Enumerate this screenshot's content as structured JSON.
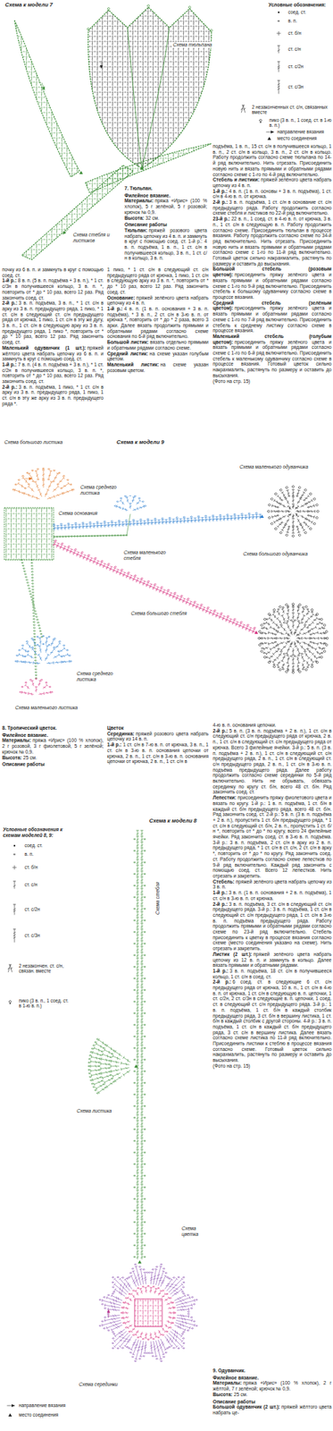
{
  "diagram": {
    "labels": [
      "Схема к модели 7",
      "Схема тюльпана",
      "Условные обозначения:",
      "Схема стебля и листиков",
      "Схема к модели 9",
      "Схема большого листика",
      "Схема основания",
      "Схема среднего листика",
      "Схема маленького одуванчика",
      "Схема маленького стебля",
      "Схема большого одуванчика",
      "Схема большого стебля",
      "Схема среднего листика",
      "Схема маленького листика",
      "Схема к модели 8",
      "Условные обозначения к схемам моделей 8, 9:",
      "Схема стебля",
      "Схема листика",
      "Схема цветка",
      "Схема серединки",
      "7. Тюльпан.",
      "Филейное вязание.",
      "Материалы:",
      "пряжа «Ирис» (100 % хлопок), 5 г зелёной, 5 г розовой; крючок № 0,9.",
      "Высота:",
      "32 см.",
      "Описание работы",
      "Тюльпан:",
      "пряжей розового цвета набрать цепочку из 4 в. п. и замкнуть в круг с помощью соед. ст. 1-й р.: 4 в. п. подъёма, 1 в. п., 1 ст. с/н в получившееся кольцо, 3 в. п., 1 ст. с/н в кольцо, 3 в. п.",
      "подъёма, 1 в. п., 15 ст. с/н в получившееся кольцо, 1 в. п., 2 ст. с/н в кольцо, 3 в. п., 2 ст. с/н в кольцо. Работу продолжить согласно схеме тюльпана по 14-й ряд включительно. Нить отрезать. Присоединить новую нить и вязать прямыми и обратными рядами согласно схеме с 1-го по 4-й ряд включительно.",
      "Стебель и листики:",
      "пряжей зелёного цвета набрать цепочку из 4 в. п.",
      "1-й р.:",
      "4 в. п. (1 в. п. основы + 3 в. п. подъёма), 1 ст. с/н в 4-ю в. п. от крючка.",
      "2-й р.:",
      "3 в. п. подъёма, 1 ст. с/н в основание ст. с/н предыдущего ряда. Работу продолжить согласно схеме стебля и листиков по 22-й ряд включительно.",
      "23-й р.:",
      "22 в. п., 1 соед. ст. в 4-ю в. п. от крючка, 3 в. п., 1 ст. с/н в следующую в. п. Работу продолжить согласно схеме. Присоединить тюльпан в процессе вязания. Работу продолжить согласно схеме по 34-й ряд включительно. Нить отрезать. Присоединить новую нить и вязать прямыми и обратными рядами согласно схеме с 1-го по 11-й ряд включительно. Готовый цветок сильно накрахмалить, растянуть по размеру и оставить до высыхания.",
      "Большой стебель (розовым цветом):",
      "присоединить пряжу зелёного цвета и вязать прямыми и обратными рядами согласно схеме с 1-го по 9-й ряд включительно. Присоединить стебель к большому одуванчику согласно схеме в процессе вязания.",
      "Средний стебель (зелёным цветом):",
      "присоединить пряжу зелёного цвета и вязать прямыми и обратными рядами согласно схеме с 1-го по 7-й ряд включительно. Присоединить стебель к среднему листику согласно схеме в процессе вязания.",
      "Маленький стебель (голубым цветом):",
      "присоединить пряжу зелёного цвета и вязать прямыми и обратными рядами согласно схеме с 1-го по 6-й ряд включительно. Присоединить стебель к маленькому одуванчику согласно схеме в процессе вязания. Готовый цветок сильно накрахмалить, растянуть по размеру и оставить до высыхания.",
      "(Фото на стр. 15)",
      "почку из 6 в. п. и замкнуть в круг с помощью соед. ст.",
      "1-й р.:",
      "8 в. п. (5 в. п. подъёма + 3 в. п.), * 1 ст. с/3н в получившееся кольцо, 3 в. п. *, повторить от * до * 10 раз, всего 12 раз. Ряд закончить соед. ст.",
      "2-й р.:",
      "3 в. п. подъёма, 3 в. п., * 1 ст. с/н в арку из 3 в. п. предыдущего ряда, 1 пико, * 1 ст. с/н в следующий ст. с/н предыдущего ряда от крючка, 1 пико, 1 ст. с/н в эту же дугу, 3 в. п., 1 ст. с/н в следующую арку из 3 в. п. предыдущего ряда, 1 пико *, повторить от * до * 10 раз, всего 12 раз. Ряд закончить соед. ст.",
      "Маленький одуванчик (1 шт.):",
      "пряжей жёлтого цвета набрать цепочку из 6 в. п. и замкнуть в круг с помощью соед. ст.",
      "1-й р.:",
      "7 в. п. (4 в. п. подъёма + 3 в. п.), * 1 ст. с/2н в получившееся кольцо, 3 в. п. *, повторить от * до * 10 раз, всего 12 раз. Ряд закончить соед. ст.",
      "2-й р.:",
      "3 в. п. подъёма, 1 пико, * 1 ст. с/н в арку из 3 в. п. предыдущего ряда, 1 пико, 1 ст. с/н в эту же арку из 3 в. п. предыдущего ряда *.",
      "1 пико, * 1 ст. с/н в следующий ст. с/н предыдущего ряда от крючка, 1 пико, 1 ст. с/н в следующую арку из 3 в. п. *, повторить от * до * 10 раз, всего 12 раз. Ряд закончить соед. ст.",
      "Основание:",
      "пряжей зелёного цвета набрать цепочку из 4 в. п.",
      "1-й р.:",
      "4 в. п. (1 в. п. основания + 3 в. п. подъёма), * 3 в. п., 2 ст. с/н в 3-ю в. п. от крючка *, повторить от * до * 2 раза, всего 3 арки. Далее вязать продолжить прямыми и обратными рядами согласно схеме основания по 6-й ряд включительно.",
      "Большой листик:",
      "вязать отдельно прямыми и обратными рядами согласно схеме.",
      "Средний листик:",
      "на схеме указан голубым цветом.",
      "Маленький листик:",
      "на схеме указан розовым цветом.",
      "8. Тропический цветок.",
      "Филейное вязание.",
      "Материалы:",
      "пряжа «Ирис» (100 % хлопок), 2 г розовой, 3 г фиолетовой, 5 г зелёной; крючок № 0,9.",
      "Высота:",
      "25 см.",
      "Описание работы",
      "Цветок",
      "Серединка:",
      "пряжей розового цвета набрать цепочку из 14 в. п.",
      "1-й р.:",
      "1 ст. с/н в 7-ю в. п. от крючка, 3 в. п., 1 ст. с/н в 3-ю в. п. основания цепочки от крючка, 2 в. п., 1 ст. с/н в 3-ю в. п. основания цепочки от крючка, 2 в. п., 1 ст. с/н в",
      "4-ю в. п. основания цепочки.",
      "2-й р.:",
      "5 в. п. (3 в. п. подъёма + 2 в. п.), 1 ст. с/н в следующий ст. с/н предыдущего ряда от крючка, 2 в. п., 1 ст. с/н в следующий ст. с/н предыдущего ряда от крючка. Всего 3 филейные ячейки. 3-й р.: 5 в. п. (3 в. п. подъёма + 2 в. п.), 1 ст. с/н в следующий ст. с/н предыдущего ряда, 2 в. п., 1 ст. с/н в следующий ст. с/н предыдущего ряда, 2 в. п., 1 ст. с/н в 3-ю в. п. подъёма предыдущего ряда. Далее работу продолжить согласно схеме серединки по 5-й ряд включительно. Нить не обрывать, обвязать серединку по кругу ст. б/н, всего 48 ст. б/н. Ряд закончить соед. ст.",
      "Лепестки:",
      "присоединить пряжу фиолетового цвета и вязать по кругу. 1-й р.: 1 в. п. подъёма, 1 ст. б/н в каждый ст. б/н предыдущего ряда, всего 48 ст. б/н. Ряд закончить соед. ст. 2-й р.: 5 в. п. (3 в. п. подъёма + 2 в. п.), пропустить 1 ст. б/н предыдущего ряда, * 1 ст. с/н в следующий ст. б/н, 2 в. п., пропустить 1 ст. б/н *, повторить от * до * по кругу, всего 24 филейные ячейки. Ряд закончить соед. ст. в 3-ю в. п. подъёма. 3-й р.: 3 в. п. подъёма, 2 ст. с/н в арку из 2 в. п. предыдущего ряда, * 1 ст. с/н в ст. с/н, 2 ст. с/н в арку *, повторить от * до * по кругу. Ряд закончить соед. ст. Работу продолжить согласно схеме лепестков по 9-й ряд включительно. Каждый ряд закончить с помощью соед. ст. Всего 12 лепестков. Нить отрезать и закрепить.",
      "Стебель:",
      "пряжей зелёного цвета набрать цепочку из 3 в. п.",
      "1-й р.:",
      "3 в. п. (1 в. п. основания + 2 в. п. подъёма), 1 ст. с/н в 3-ю в. п. от крючка.",
      "2-й р.:",
      "3 в. п. подъёма, 3 ст. с/н в следующий ст. с/н предыдущего ряда. 3-й р.: 3 в. п. подъёма, 1 ст. с/н в следующий ст. с/н предыдущего ряда, 1 ст. с/н в 3-ю в. п. подъёма предыдущего ряда. Работу продолжить прямыми и обратными рядами согласно схеме по 23-й ряд включительно. Стебель присоединить к цветку в процессе вязания согласно схеме (место соединения указано на схеме). Нить отрезать и закрепить.",
      "Листик (2 шт.):",
      "пряжей зелёного цвета набрать цепочку из 12 в. п. и замкнуть в кольцо. Далее вязать прямыми и обратными рядами.",
      "1-й р.:",
      "3 в. п. подъёма, 18 ст. с/н в получившееся кольцо, 1 ст. с/н в соед. ст.",
      "2-й р.:",
      "6 соед. ст. в следующие 6 ст. с/н предыдущего ряда от крючка, 10 в. п., 1 ст. с/н в 4-ю в. п. от крючка, 1 ст. с/н в следующую в. п. цепочки, 1 ст. с/2н, 2 ст. с/3н в следующие в. п. цепочки, 1 соед. ст. в следующий ст. с/н предыдущего ряда. 3-й р.: 1 в. п. подъёма, 1 ст. б/н в каждый столбик предыдущего ряда, 3 ст. б/н в вершину листика, 1 ст. б/н в каждый столбик с другой стороны. 4-й р.: 3 в. п. подъёма, 1 ст. с/н в каждый ст. б/н предыдущего ряда, 3 ст. с/н в вершину листика. Далее вязать согласно схеме листика по 11-й ряд включительно. Присоединить листики к стеблю в процессе вязания согласно схеме. Готовый цветок сильно накрахмалить, растянуть по размеру и оставить до высыхания.",
      "(Фото на стр. 15)",
      "9. Одуванчик.",
      "Филейное вязание.",
      "Материалы:",
      "пряжа «Ирис» (100 % хлопок), 2 г жёлтой, 7 г зелёной; крючок № 0,9.",
      "Высота:",
      "25 см.",
      "Описание работы",
      "Большой одуванчик (2 шт.):",
      "пряжей жёлтого цвета набрать це-"
    ],
    "legend": [
      {
        "text": "соед. ст."
      },
      {
        "text": "в. п."
      },
      {
        "text": "ст. б/н"
      },
      {
        "text": "ст. с/н"
      },
      {
        "text": "ст. с/2н"
      },
      {
        "text": "ст. с/3н"
      },
      {
        "text": "2 незаконченных ст. с/н, связанных вместе"
      },
      {
        "text": "пико (3 в. п., 1 соед. ст. в 1-ю в. п.)"
      },
      {
        "text": "направление вязания"
      },
      {
        "text": "место соединения"
      },
      {
        "text": "соед. ст."
      },
      {
        "text": "в. п."
      },
      {
        "text": "ст. б/н"
      },
      {
        "text": "ст. с/н"
      },
      {
        "text": "ст. с/2н"
      },
      {
        "text": "ст. с/3н"
      },
      {
        "text": "2 незакончен. ст. с/н, связан. вместе"
      },
      {
        "text": "пико (3 в. п., 1 соед. ст. в 1-ю в. п.)"
      },
      {
        "text": "направление вязания"
      },
      {
        "text": "место соединения"
      }
    ]
  }
}
